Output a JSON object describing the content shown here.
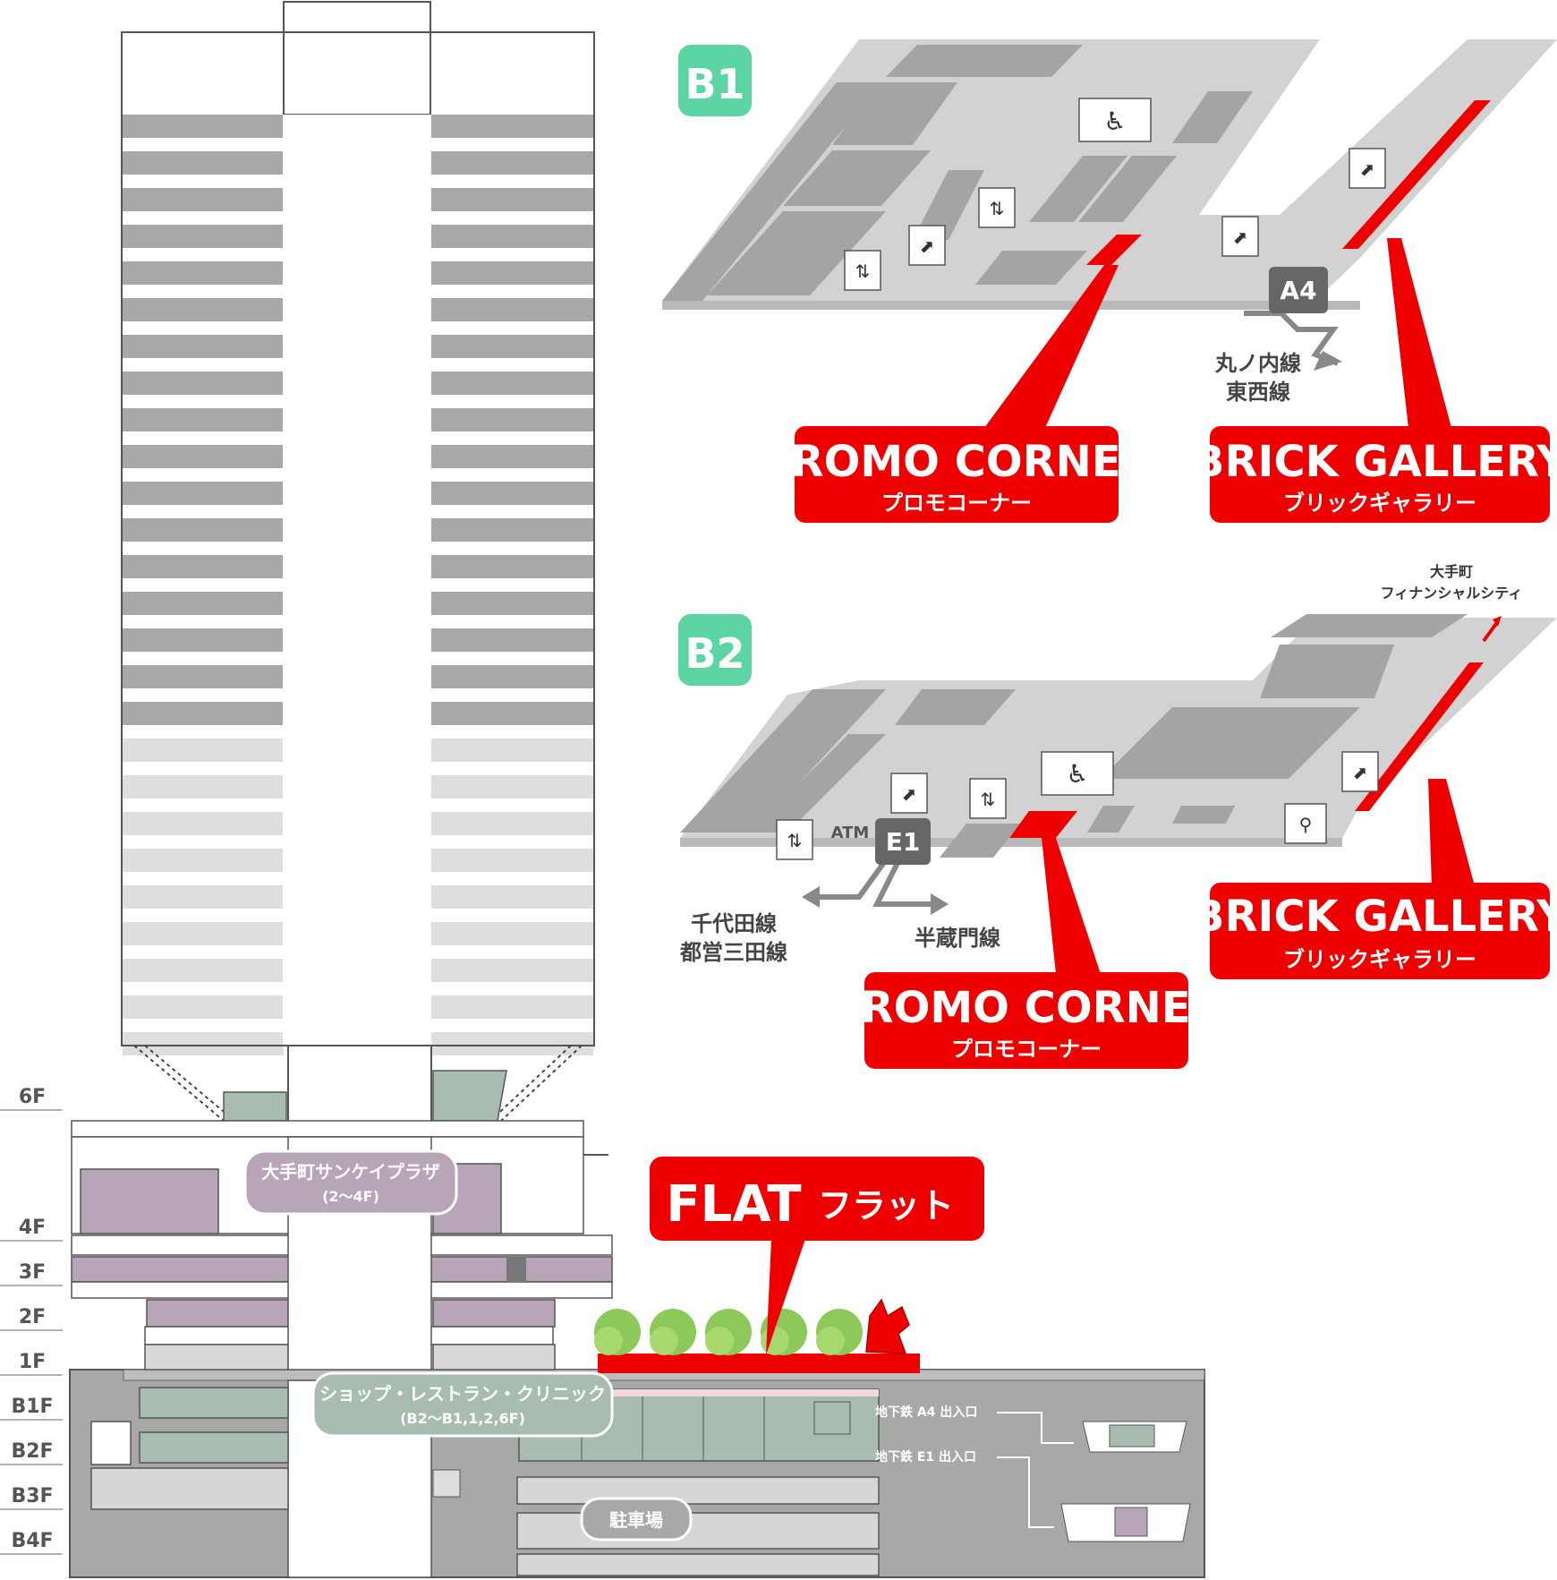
{
  "floor_levels": [
    "6F",
    "4F",
    "3F",
    "2F",
    "1F",
    "B1F",
    "B2F",
    "B3F",
    "B4F"
  ],
  "b1": {
    "badge": "B1",
    "exit": "A4",
    "lines": [
      "丸ノ内線",
      "東西線"
    ],
    "promo": {
      "en": "PROMO CORNER",
      "jp": "プロモコーナー"
    },
    "gallery": {
      "en": "BRICK GALLERY",
      "jp": "ブリックギャラリー"
    },
    "icons": [
      "restroom-icon",
      "wheelchair-icon",
      "elevator-icon",
      "escalator-icon"
    ]
  },
  "b2": {
    "badge": "B2",
    "exit": "E1",
    "atm": "ATM",
    "lines_left": [
      "千代田線",
      "都営三田線"
    ],
    "line_right": "半蔵門線",
    "destination": [
      "大手町",
      "フィナンシャルシティ"
    ],
    "promo": {
      "en": "PROMO CORNER",
      "jp": "プロモコーナー"
    },
    "gallery": {
      "en": "BRICK GALLERY",
      "jp": "ブリックギャラリー"
    }
  },
  "building": {
    "sankei_plaza": {
      "title": "大手町サンケイプラザ",
      "sub": "(2〜4F)"
    },
    "shops": {
      "title": "ショップ・レストラン・クリニック",
      "sub": "(B2〜B1,1,2,6F)"
    },
    "parking": "駐車場",
    "flat": {
      "en": "FLAT",
      "jp": "フラット"
    },
    "subway_a4": "地下鉄 A4 出入口",
    "subway_e1": "地下鉄 E1 出入口"
  },
  "colors": {
    "red": "#ee0000",
    "badge_green": "#5cd4a4",
    "floor_gray": "#a8a8a8",
    "floor_light": "#cfcfcf",
    "plaza_purple": "#b8a6b8",
    "shop_green": "#a8bcb0"
  }
}
